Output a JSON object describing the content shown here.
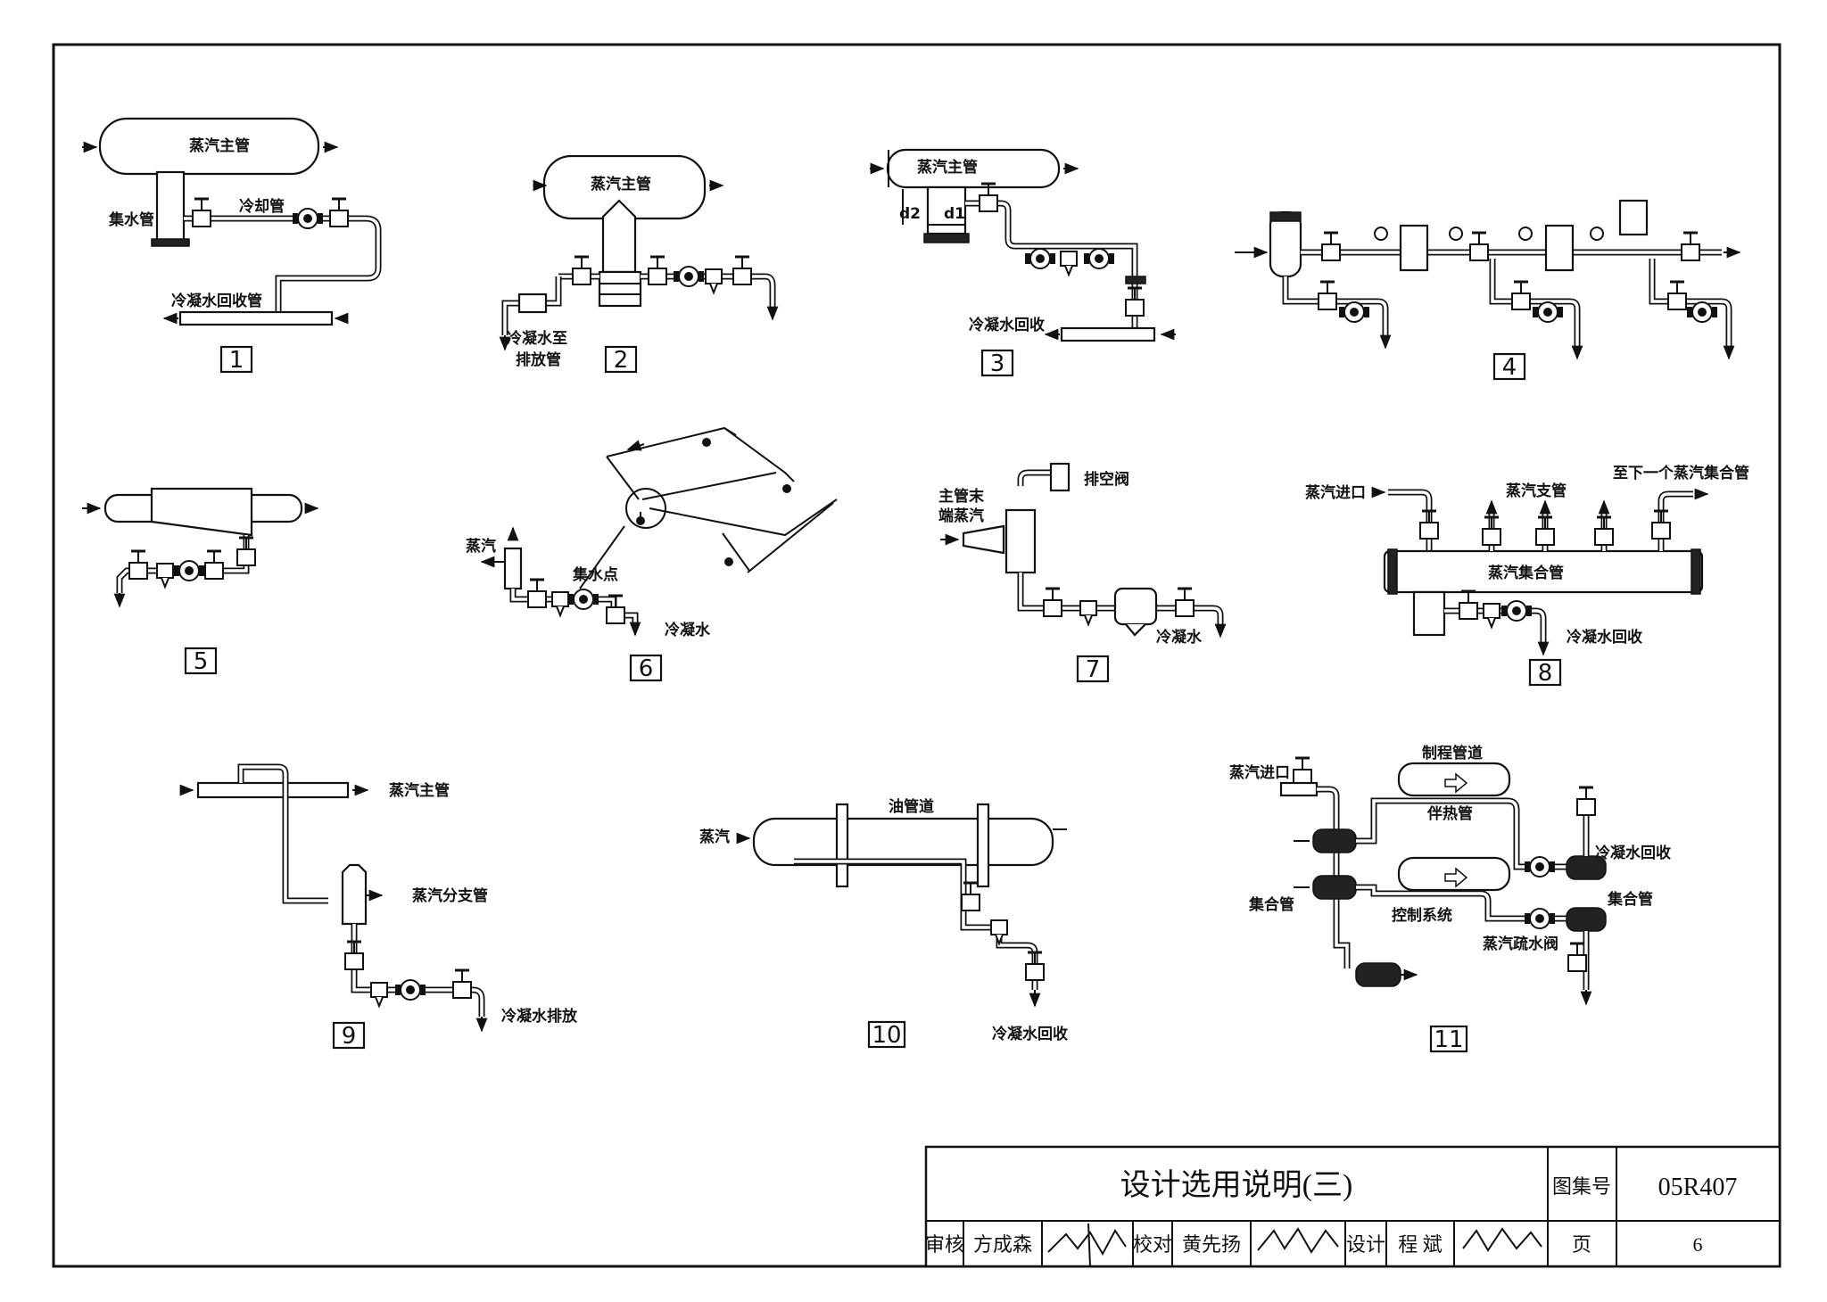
{
  "diagrams": [
    {
      "number": "1",
      "labels": {
        "main": "蒸汽主管",
        "collector": "集水管",
        "cooling": "冷却管",
        "return": "冷凝水回收管"
      }
    },
    {
      "number": "2",
      "labels": {
        "main": "蒸汽主管",
        "drain_line1": "冷凝水至",
        "drain_line2": "排放管"
      }
    },
    {
      "number": "3",
      "labels": {
        "main": "蒸汽主管",
        "d2": "d2",
        "d1": "d1",
        "return": "冷凝水回收"
      }
    },
    {
      "number": "4",
      "labels": {}
    },
    {
      "number": "5",
      "labels": {}
    },
    {
      "number": "6",
      "labels": {
        "steam": "蒸汽",
        "collect_point": "集水点",
        "condensate": "冷凝水"
      }
    },
    {
      "number": "7",
      "labels": {
        "vent": "排空阀",
        "end1": "主管末",
        "end2": "端蒸汽",
        "condensate": "冷凝水"
      }
    },
    {
      "number": "8",
      "labels": {
        "inlet": "蒸汽进口",
        "branch": "蒸汽支管",
        "next": "至下一个蒸汽集合管",
        "header": "蒸汽集合管",
        "return": "冷凝水回收"
      }
    },
    {
      "number": "9",
      "labels": {
        "main": "蒸汽主管",
        "branch": "蒸汽分支管",
        "discharge": "冷凝水排放"
      }
    },
    {
      "number": "10",
      "labels": {
        "oil": "油管道",
        "steam": "蒸汽",
        "return": "冷凝水回收"
      }
    },
    {
      "number": "11",
      "labels": {
        "inlet": "蒸汽进口",
        "process": "制程管道",
        "tracing": "伴热管",
        "return": "冷凝水回收",
        "collector_left": "集合管",
        "control": "控制系统",
        "collector_right": "集合管",
        "trap": "蒸汽疏水阀"
      }
    }
  ],
  "title_block": {
    "title": "设计选用说明(三)",
    "atlas_label": "图集号",
    "atlas_no": "05R407",
    "review_label": "审核",
    "reviewer": "方成森",
    "check_label": "校对",
    "checker": "黄先扬",
    "design_label": "设计",
    "designer": "程 斌",
    "page_label": "页",
    "page_no": "6"
  }
}
